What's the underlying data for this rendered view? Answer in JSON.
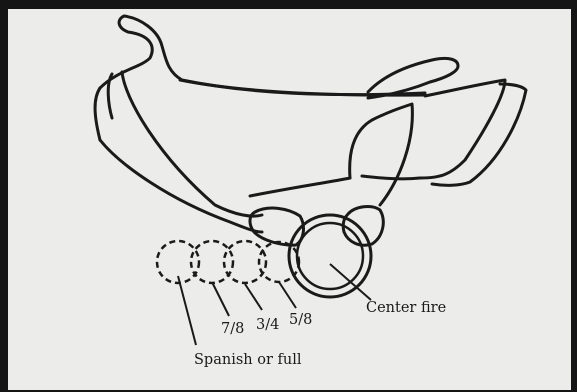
{
  "labels": {
    "center_fire": "Center fire",
    "five_eighths": "5/8",
    "three_quarters": "3/4",
    "seven_eighths": "7/8",
    "spanish_or_full": "Spanish or full"
  },
  "colors": {
    "background": "#151515",
    "paper": "#ececea",
    "ink": "#1a1a1a"
  }
}
